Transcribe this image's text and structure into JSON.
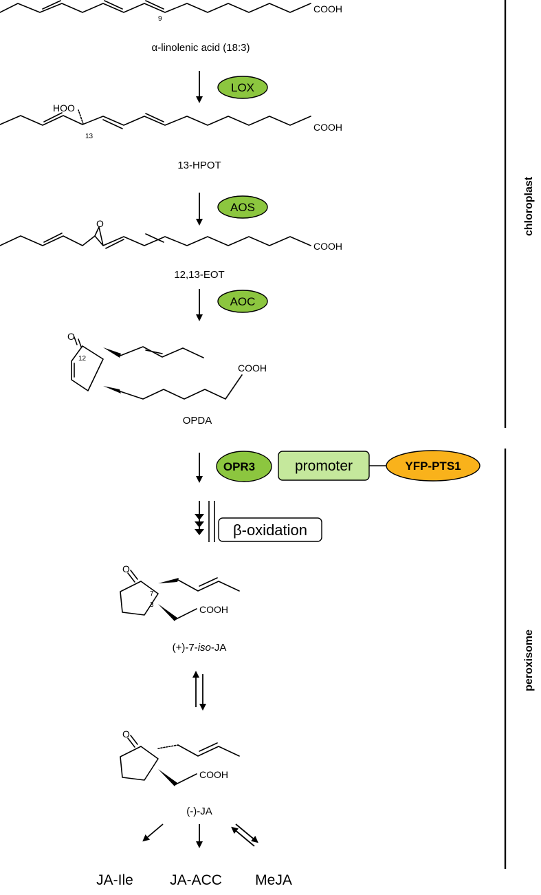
{
  "compounds": {
    "ala": "α-linolenic acid (18:3)",
    "hpot": "13-HPOT",
    "eot": "12,13-EOT",
    "opda": "OPDA",
    "isoja_pre": "(+)-7-",
    "isoja_iso": "iso",
    "isoja_post": "-JA",
    "ja": "(-)-JA"
  },
  "atoms": {
    "cooh": "COOH",
    "hoo": "HOO",
    "o": "O",
    "num9": "9",
    "num13": "13",
    "num12": "12",
    "num7": "7",
    "num3": "3"
  },
  "enzymes": {
    "lox": "LOX",
    "aos": "AOS",
    "aoc": "AOC",
    "opr3": "OPR3",
    "promoter": "promoter",
    "yfp": "YFP-PTS1",
    "beta": "β-oxidation"
  },
  "compartments": {
    "chloroplast": "chloroplast",
    "peroxisome": "peroxisome"
  },
  "products": {
    "jaile": "JA-Ile",
    "jaacc": "JA-ACC",
    "meja": "MeJA"
  },
  "colors": {
    "enzyme": "#8cc63f",
    "promoter": "#c5e89c",
    "yfp": "#f9b21b"
  }
}
